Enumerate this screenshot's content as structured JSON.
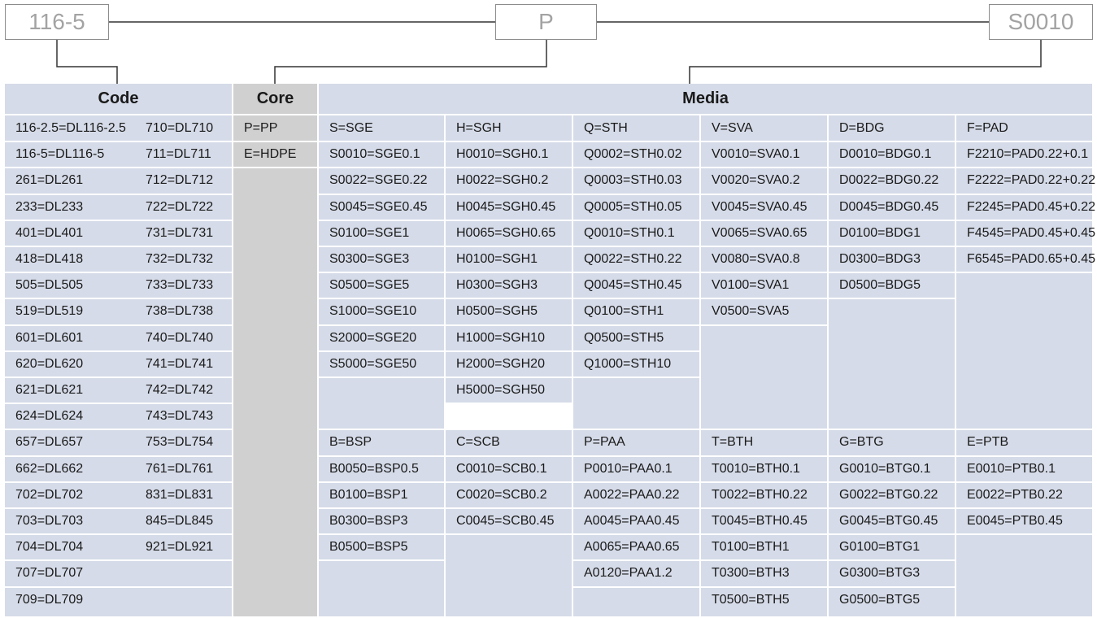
{
  "selectors": {
    "code_value": "116-5",
    "core_value": "P",
    "media_value": "S0010"
  },
  "headers": {
    "code": "Code",
    "core": "Core",
    "media": "Media"
  },
  "code_rows": [
    [
      "116-2.5=DL116-2.5",
      "710=DL710"
    ],
    [
      "116-5=DL116-5",
      "711=DL711"
    ],
    [
      "261=DL261",
      "712=DL712"
    ],
    [
      "233=DL233",
      "722=DL722"
    ],
    [
      "401=DL401",
      "731=DL731"
    ],
    [
      "418=DL418",
      "732=DL732"
    ],
    [
      "505=DL505",
      "733=DL733"
    ],
    [
      "519=DL519",
      "738=DL738"
    ],
    [
      "601=DL601",
      "740=DL740"
    ],
    [
      "620=DL620",
      "741=DL741"
    ],
    [
      "621=DL621",
      "742=DL742"
    ],
    [
      "624=DL624",
      "743=DL743"
    ],
    [
      "657=DL657",
      "753=DL754"
    ],
    [
      "662=DL662",
      "761=DL761"
    ],
    [
      "702=DL702",
      "831=DL831"
    ],
    [
      "703=DL703",
      "845=DL845"
    ],
    [
      "704=DL704",
      "921=DL921"
    ],
    [
      "707=DL707",
      ""
    ],
    [
      "709=DL709",
      ""
    ]
  ],
  "core_items": [
    "P=PP",
    "E=HDPE"
  ],
  "media_top": [
    [
      "S=SGE",
      "S0010=SGE0.1",
      "S0022=SGE0.22",
      "S0045=SGE0.45",
      "S0100=SGE1",
      "S0300=SGE3",
      "S0500=SGE5",
      "S1000=SGE10",
      "S2000=SGE20",
      "S5000=SGE50"
    ],
    [
      "H=SGH",
      "H0010=SGH0.1",
      "H0022=SGH0.2",
      "H0045=SGH0.45",
      "H0065=SGH0.65",
      "H0100=SGH1",
      "H0300=SGH3",
      "H0500=SGH5",
      "H1000=SGH10",
      "H2000=SGH20",
      "H5000=SGH50"
    ],
    [
      "Q=STH",
      "Q0002=STH0.02",
      "Q0003=STH0.03",
      "Q0005=STH0.05",
      "Q0010=STH0.1",
      "Q0022=STH0.22",
      "Q0045=STH0.45",
      "Q0100=STH1",
      "Q0500=STH5",
      "Q1000=STH10"
    ],
    [
      "V=SVA",
      "V0010=SVA0.1",
      "V0020=SVA0.2",
      "V0045=SVA0.45",
      "V0065=SVA0.65",
      "V0080=SVA0.8",
      "V0100=SVA1",
      "V0500=SVA5"
    ],
    [
      "D=BDG",
      "D0010=BDG0.1",
      "D0022=BDG0.22",
      "D0045=BDG0.45",
      "D0100=BDG1",
      "D0300=BDG3",
      "D0500=BDG5"
    ],
    [
      "F=PAD",
      "F2210=PAD0.22+0.1",
      "F2222=PAD0.22+0.22",
      "F2245=PAD0.45+0.22",
      "F4545=PAD0.45+0.45",
      "F6545=PAD0.65+0.45"
    ]
  ],
  "media_bottom": [
    [
      "B=BSP",
      "B0050=BSP0.5",
      "B0100=BSP1",
      "B0300=BSP3",
      "B0500=BSP5"
    ],
    [
      "C=SCB",
      "C0010=SCB0.1",
      "C0020=SCB0.2",
      "C0045=SCB0.45"
    ],
    [
      "P=PAA",
      "P0010=PAA0.1",
      "A0022=PAA0.22",
      "A0045=PAA0.45",
      "A0065=PAA0.65",
      "A0120=PAA1.2"
    ],
    [
      "T=BTH",
      "T0010=BTH0.1",
      "T0022=BTH0.22",
      "T0045=BTH0.45",
      "T0100=BTH1",
      "T0300=BTH3",
      "T0500=BTH5"
    ],
    [
      "G=BTG",
      "G0010=BTG0.1",
      "G0022=BTG0.22",
      "G0045=BTG0.45",
      "G0100=BTG1",
      "G0300=BTG3",
      "G0500=BTG5"
    ],
    [
      "E=PTB",
      "E0010=PTB0.1",
      "E0022=PTB0.22",
      "E0045=PTB0.45"
    ]
  ],
  "colors": {
    "code_bg": "#d5dbe8",
    "core_bg": "#d0d0d0",
    "media_bg": "#d5dbe8",
    "box_border": "#8c8c8c"
  }
}
